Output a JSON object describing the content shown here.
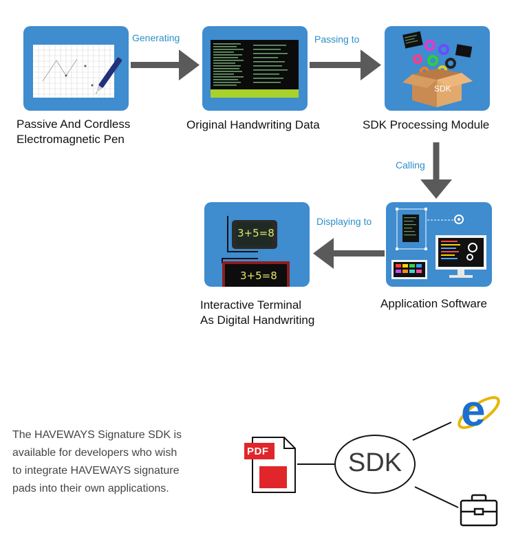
{
  "flow": {
    "steps": [
      {
        "caption_lines": [
          "Passive And Cordless",
          "Electromagnetic Pen"
        ]
      },
      {
        "caption_lines": [
          "Original Handwriting Data"
        ]
      },
      {
        "caption_lines": [
          "SDK Processing Module"
        ]
      },
      {
        "caption_lines": [
          "Application Software"
        ]
      },
      {
        "caption_lines": [
          "Interactive Terminal",
          "As Digital Handwriting"
        ]
      }
    ],
    "arrows": [
      "Generating",
      "Passing to",
      "Calling",
      "Displaying to"
    ],
    "sdk_box_label": "SDK",
    "equation": "3+5=8"
  },
  "sdk_section": {
    "description_lines": [
      "The HAVEWAYS Signature SDK is",
      "available for developers who wish",
      "to integrate HAVEWAYS signature",
      "pads into their own applications."
    ],
    "center_label": "SDK",
    "pdf_label": "PDF",
    "ie_letter": "e",
    "icons": [
      "pdf-file-icon",
      "internet-explorer-icon",
      "toolbox-icon"
    ]
  },
  "colors": {
    "tile_blue": "#3f8ccf",
    "arrow_gray": "#5a5a5a",
    "label_blue": "#2a8fc8",
    "pdf_red": "#e0262b",
    "ie_blue": "#1a6fd0"
  }
}
